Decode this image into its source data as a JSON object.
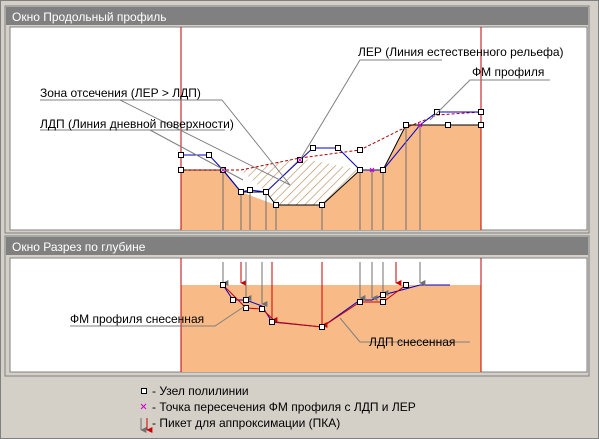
{
  "windows": {
    "profile_title": "Окно Продольный профиль",
    "depth_title": "Окно Разрез по глубине"
  },
  "annotations": {
    "ler": "ЛЕР (Линия естественного рельефа)",
    "fm_profile": "ФМ профиля",
    "cut_zone": "Зона отсечения (ЛЕР > ЛДП)",
    "ldp": "ЛДП (Линия дневной поверхности)",
    "fm_shifted": "ФМ профиля снесенная",
    "ldp_shifted": "ЛДП снесенная"
  },
  "legend": {
    "node": "- Узел полилинии",
    "intersection": "- Точка пересечения ФМ профиля с ЛДП и ЛЕР",
    "picket": "- Пикет для аппроксимации (ПКА)"
  },
  "colors": {
    "window_bg": "#d4d0c8",
    "panel_bg": "#ffffff",
    "fill": "#f8ba87",
    "border_red": "#c00000",
    "ler_line": "#b00000",
    "ldp_line": "#000000",
    "fm_line": "#0000cc",
    "shift_line": "#cc0000",
    "arrow_gray": "#707070",
    "arrow_red": "#cc0000",
    "title_bg": "#808080"
  }
}
